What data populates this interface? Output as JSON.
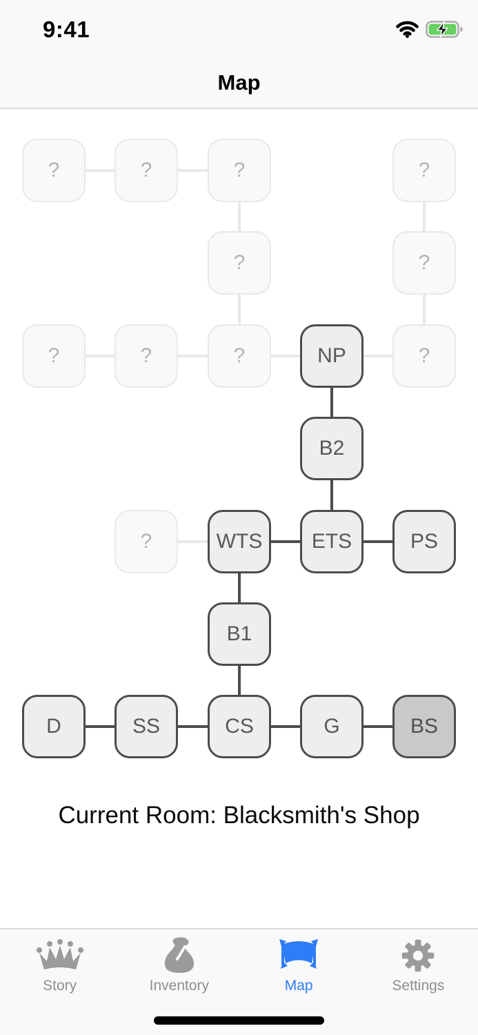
{
  "status_bar": {
    "time": "9:41",
    "wifi_icon": "wifi-icon",
    "battery_icon": "battery-charging-icon",
    "battery_fill_color": "#67d161"
  },
  "header": {
    "title": "Map"
  },
  "map": {
    "current_room_label": "Current Room: Blacksmith's Shop",
    "grid": {
      "col_centers": [
        78,
        212,
        347,
        481,
        615
      ],
      "row_centers": [
        247,
        381,
        516,
        650,
        785,
        919,
        1053
      ],
      "box_size": 92
    },
    "colors": {
      "edge_dark": "#4c4c4c",
      "edge_light": "#e8e8e8",
      "unknown_fill": "#f9f9f9",
      "unknown_border": "#e8e8e8",
      "unknown_text": "#b3b3b3",
      "visited_fill": "#eeeeee",
      "visited_border": "#4c4c4c",
      "visited_text": "#585858",
      "current_fill": "#c9c9c9"
    },
    "rooms": [
      {
        "label": "?",
        "col": 0,
        "row": 0,
        "state": "unknown"
      },
      {
        "label": "?",
        "col": 1,
        "row": 0,
        "state": "unknown"
      },
      {
        "label": "?",
        "col": 2,
        "row": 0,
        "state": "unknown"
      },
      {
        "label": "?",
        "col": 4,
        "row": 0,
        "state": "unknown"
      },
      {
        "label": "?",
        "col": 2,
        "row": 1,
        "state": "unknown"
      },
      {
        "label": "?",
        "col": 4,
        "row": 1,
        "state": "unknown"
      },
      {
        "label": "?",
        "col": 0,
        "row": 2,
        "state": "unknown"
      },
      {
        "label": "?",
        "col": 1,
        "row": 2,
        "state": "unknown"
      },
      {
        "label": "?",
        "col": 2,
        "row": 2,
        "state": "unknown"
      },
      {
        "label": "NP",
        "col": 3,
        "row": 2,
        "state": "visited"
      },
      {
        "label": "?",
        "col": 4,
        "row": 2,
        "state": "unknown"
      },
      {
        "label": "B2",
        "col": 3,
        "row": 3,
        "state": "visited"
      },
      {
        "label": "?",
        "col": 1,
        "row": 4,
        "state": "unknown"
      },
      {
        "label": "WTS",
        "col": 2,
        "row": 4,
        "state": "visited"
      },
      {
        "label": "ETS",
        "col": 3,
        "row": 4,
        "state": "visited"
      },
      {
        "label": "PS",
        "col": 4,
        "row": 4,
        "state": "visited"
      },
      {
        "label": "B1",
        "col": 2,
        "row": 5,
        "state": "visited"
      },
      {
        "label": "D",
        "col": 0,
        "row": 6,
        "state": "visited"
      },
      {
        "label": "SS",
        "col": 1,
        "row": 6,
        "state": "visited"
      },
      {
        "label": "CS",
        "col": 2,
        "row": 6,
        "state": "visited"
      },
      {
        "label": "G",
        "col": 3,
        "row": 6,
        "state": "visited"
      },
      {
        "label": "BS",
        "col": 4,
        "row": 6,
        "state": "current"
      }
    ],
    "edges": [
      {
        "from": [
          0,
          0
        ],
        "to": [
          1,
          0
        ],
        "kind": "light"
      },
      {
        "from": [
          1,
          0
        ],
        "to": [
          2,
          0
        ],
        "kind": "light"
      },
      {
        "from": [
          2,
          0
        ],
        "to": [
          2,
          1
        ],
        "kind": "light"
      },
      {
        "from": [
          2,
          1
        ],
        "to": [
          2,
          2
        ],
        "kind": "light"
      },
      {
        "from": [
          4,
          0
        ],
        "to": [
          4,
          1
        ],
        "kind": "light"
      },
      {
        "from": [
          4,
          1
        ],
        "to": [
          4,
          2
        ],
        "kind": "light"
      },
      {
        "from": [
          0,
          2
        ],
        "to": [
          1,
          2
        ],
        "kind": "light"
      },
      {
        "from": [
          1,
          2
        ],
        "to": [
          2,
          2
        ],
        "kind": "light"
      },
      {
        "from": [
          2,
          2
        ],
        "to": [
          3,
          2
        ],
        "kind": "light"
      },
      {
        "from": [
          3,
          2
        ],
        "to": [
          4,
          2
        ],
        "kind": "light"
      },
      {
        "from": [
          1,
          4
        ],
        "to": [
          2,
          4
        ],
        "kind": "light"
      },
      {
        "from": [
          3,
          2
        ],
        "to": [
          3,
          3
        ],
        "kind": "dark"
      },
      {
        "from": [
          3,
          3
        ],
        "to": [
          3,
          4
        ],
        "kind": "dark"
      },
      {
        "from": [
          2,
          4
        ],
        "to": [
          3,
          4
        ],
        "kind": "dark"
      },
      {
        "from": [
          3,
          4
        ],
        "to": [
          4,
          4
        ],
        "kind": "dark"
      },
      {
        "from": [
          2,
          4
        ],
        "to": [
          2,
          5
        ],
        "kind": "dark"
      },
      {
        "from": [
          2,
          5
        ],
        "to": [
          2,
          6
        ],
        "kind": "dark"
      },
      {
        "from": [
          0,
          6
        ],
        "to": [
          1,
          6
        ],
        "kind": "dark"
      },
      {
        "from": [
          1,
          6
        ],
        "to": [
          2,
          6
        ],
        "kind": "dark"
      },
      {
        "from": [
          2,
          6
        ],
        "to": [
          3,
          6
        ],
        "kind": "dark"
      },
      {
        "from": [
          3,
          6
        ],
        "to": [
          4,
          6
        ],
        "kind": "dark"
      }
    ]
  },
  "tab_bar": {
    "active_color": "#2e7cf6",
    "inactive_color": "#8e8e8e",
    "items": [
      {
        "label": "Story",
        "icon": "crown-icon",
        "active": false
      },
      {
        "label": "Inventory",
        "icon": "bag-icon",
        "active": false
      },
      {
        "label": "Map",
        "icon": "map-icon",
        "active": true
      },
      {
        "label": "Settings",
        "icon": "gear-icon",
        "active": false
      }
    ]
  }
}
